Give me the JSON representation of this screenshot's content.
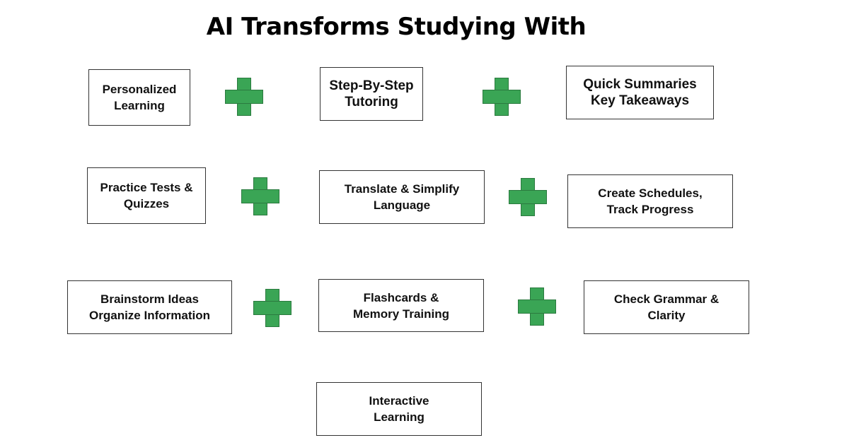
{
  "title": "AI Transforms Studying With",
  "boxes": [
    {
      "line1": "Personalized",
      "line2": "Learning"
    },
    {
      "line1": "Step-By-Step",
      "line2": "Tutoring"
    },
    {
      "line1": "Quick Summaries",
      "line2": "Key Takeaways"
    },
    {
      "line1": "Practice Tests &",
      "line2": "Quizzes"
    },
    {
      "line1": "Translate & Simplify",
      "line2": "Language"
    },
    {
      "line1": "Create Schedules,",
      "line2": "Track Progress"
    },
    {
      "line1": "Brainstorm Ideas",
      "line2": "Organize Information"
    },
    {
      "line1": "Flashcards &",
      "line2": "Memory Training"
    },
    {
      "line1": "Check Grammar &",
      "line2": "Clarity"
    },
    {
      "line1": "Interactive",
      "line2": "Learning"
    }
  ],
  "connector_icon": "plus-icon",
  "colors": {
    "plus_fill": "#3aa555",
    "plus_stroke": "#2b7a3f",
    "box_border": "#333333"
  }
}
